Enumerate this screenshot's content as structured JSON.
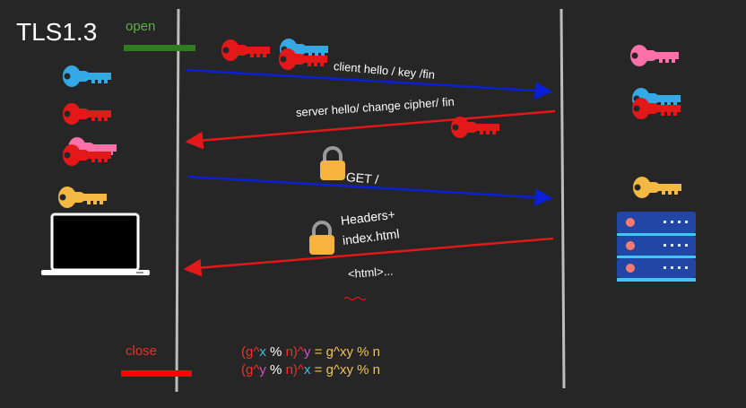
{
  "title": "TLS1.3",
  "labels": {
    "open": "open",
    "close": "close"
  },
  "messages": [
    {
      "id": "client_hello",
      "text": "client hello / key /fin",
      "direction": "client-to-server",
      "color": "#0a1fd6"
    },
    {
      "id": "server_hello",
      "text": "server hello/ change cipher/ fin",
      "direction": "server-to-client",
      "color": "#e31818"
    },
    {
      "id": "get",
      "text": "GET /",
      "direction": "client-to-server",
      "color": "#0a1fd6",
      "locked": true
    },
    {
      "id": "headers",
      "text_line1": "Headers+",
      "text_line2": "index.html",
      "direction": "server-to-client",
      "color": "#e31818",
      "locked": true
    },
    {
      "id": "html",
      "text": "<html>..."
    }
  ],
  "equations": {
    "line1": [
      "(g^",
      "x",
      " % ",
      "n",
      ")^",
      "y",
      " = g^",
      "xy",
      " % n"
    ],
    "line2": [
      "(g^",
      "y",
      " % ",
      "n",
      ")^",
      "x",
      " = g^",
      "xy",
      " % n"
    ]
  },
  "colors": {
    "background": "#262626",
    "client_key_blue": "#35a9e6",
    "key_red": "#e31818",
    "key_pink": "#ff6fa8",
    "key_yellow": "#f4b942",
    "lock": "#f6b43e",
    "open_bar": "#2e7d1e",
    "close_bar": "#ff0000"
  },
  "icons": {
    "client_keys": [
      "blue-key-icon",
      "red-key-icon",
      "pink-red-key-icon",
      "yellow-key-icon"
    ],
    "server_keys": [
      "pink-key-icon",
      "blue-red-key-icon",
      "yellow-key-icon"
    ],
    "client_device": "laptop-icon",
    "server_device": "server-icon"
  }
}
